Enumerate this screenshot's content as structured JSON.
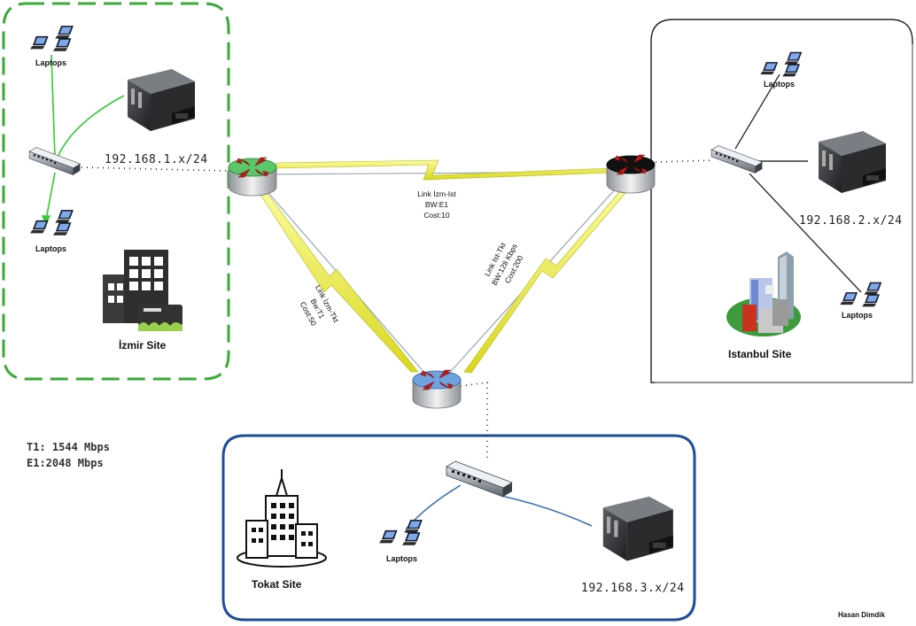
{
  "sites": {
    "izmir": {
      "name": "İzmir Site",
      "subnet": "192.168.1.x/24",
      "laptops_top": "Laptops",
      "laptops_bottom": "Laptops"
    },
    "istanbul": {
      "name": "Istanbul Site",
      "subnet": "192.168.2.x/24",
      "laptops_top": "Laptops",
      "laptops_bottom": "Laptops"
    },
    "tokat": {
      "name": "Tokat Site",
      "subnet": "192.168.3.x/24",
      "laptops": "Laptops"
    }
  },
  "links": {
    "izm_ist": [
      "Link İzm-Ist",
      "BW:E1",
      "Cost:10"
    ],
    "ist_tkt": [
      "Link Ist-Tkt",
      "BW:128 Kbps",
      "Cost:200"
    ],
    "izm_tkt": [
      "Link İzm-Tkt",
      "Bw:T1",
      "Cost:50"
    ]
  },
  "legend": {
    "t1": "T1: 1544 Mbps",
    "e1": "E1:2048 Mbps"
  },
  "author": "Hasan Dimdik",
  "colors": {
    "izmir_border": "#3aaa3a",
    "istanbul_border": "#222222",
    "tokat_border": "#1f4e99",
    "izmir_router": "#5bc66a",
    "istanbul_router": "#111111",
    "tokat_router": "#6fa3e0",
    "wan_bolt": "#f2f23a",
    "lan_line_green": "#33cc33",
    "lan_line_blue": "#3b6fb6"
  }
}
